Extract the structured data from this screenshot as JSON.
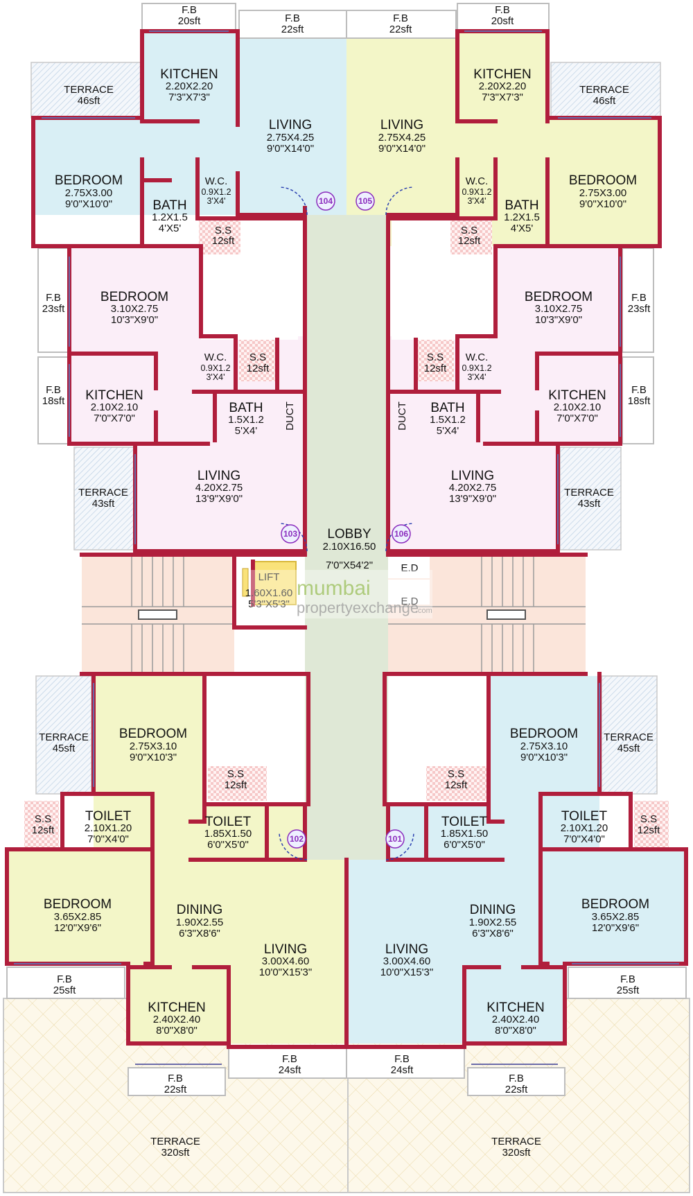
{
  "colors": {
    "wall": "#b01e3c",
    "unit_blue": "#d9eff5",
    "unit_yellow": "#f3f6c8",
    "unit_pink": "#fbeef8",
    "lobby": "#dfe8d6",
    "stair": "#fbe5da",
    "terrace_hatch": "#bcd0e4",
    "large_terrace": "#f2e8c8",
    "lift": "#f9e27a",
    "ss_tile": "#f6c8c8"
  },
  "door_numbers": [
    "104",
    "105",
    "103",
    "106",
    "102",
    "101"
  ],
  "rooms": [
    {
      "name": "F.B",
      "size": "20sft"
    },
    {
      "name": "F.B",
      "size": "22sft"
    },
    {
      "name": "F.B",
      "size": "22sft"
    },
    {
      "name": "F.B",
      "size": "20sft"
    },
    {
      "name": "KITCHEN",
      "dims": "2.20X2.20",
      "feet": "7'3\"X7'3\""
    },
    {
      "name": "TERRACE",
      "size": "46sft"
    },
    {
      "name": "LIVING",
      "dims": "2.75X4.25",
      "feet": "9'0\"X14'0\""
    },
    {
      "name": "BEDROOM",
      "dims": "2.75X3.00",
      "feet": "9'0\"X10'0\""
    },
    {
      "name": "W.C.",
      "dims": "0.9X1.2",
      "feet": "3'X4'"
    },
    {
      "name": "BATH",
      "dims": "1.2X1.5",
      "feet": "4'X5'"
    },
    {
      "name": "S.S",
      "size": "12sft"
    },
    {
      "name": "KITCHEN",
      "dims": "2.20X2.20",
      "feet": "7'3\"X7'3\""
    },
    {
      "name": "TERRACE",
      "size": "46sft"
    },
    {
      "name": "LIVING",
      "dims": "2.75X4.25",
      "feet": "9'0\"X14'0\""
    },
    {
      "name": "BEDROOM",
      "dims": "2.75X3.00",
      "feet": "9'0\"X10'0\""
    },
    {
      "name": "W.C.",
      "dims": "0.9X1.2",
      "feet": "3'X4'"
    },
    {
      "name": "BATH",
      "dims": "1.2X1.5",
      "feet": "4'X5'"
    },
    {
      "name": "S.S",
      "size": "12sft"
    },
    {
      "name": "F.B",
      "size": "23sft"
    },
    {
      "name": "BEDROOM",
      "dims": "3.10X2.75",
      "feet": "10'3\"X9'0\""
    },
    {
      "name": "W.C.",
      "dims": "0.9X1.2",
      "feet": "3'X4'"
    },
    {
      "name": "S.S",
      "size": "12sft"
    },
    {
      "name": "F.B",
      "size": "18sft"
    },
    {
      "name": "KITCHEN",
      "dims": "2.10X2.10",
      "feet": "7'0\"X7'0\""
    },
    {
      "name": "BATH",
      "dims": "1.5X1.2",
      "feet": "5'X4'"
    },
    {
      "name": "DUCT"
    },
    {
      "name": "TERRACE",
      "size": "43sft"
    },
    {
      "name": "LIVING",
      "dims": "4.20X2.75",
      "feet": "13'9\"X9'0\""
    },
    {
      "name": "F.B",
      "size": "23sft"
    },
    {
      "name": "BEDROOM",
      "dims": "3.10X2.75",
      "feet": "10'3\"X9'0\""
    },
    {
      "name": "W.C.",
      "dims": "0.9X1.2",
      "feet": "3'X4'"
    },
    {
      "name": "S.S",
      "size": "12sft"
    },
    {
      "name": "F.B",
      "size": "18sft"
    },
    {
      "name": "KITCHEN",
      "dims": "2.10X2.10",
      "feet": "7'0\"X7'0\""
    },
    {
      "name": "BATH",
      "dims": "1.5X1.2",
      "feet": "5'X4'"
    },
    {
      "name": "DUCT"
    },
    {
      "name": "TERRACE",
      "size": "43sft"
    },
    {
      "name": "LIVING",
      "dims": "4.20X2.75",
      "feet": "13'9\"X9'0\""
    },
    {
      "name": "LOBBY",
      "dims": "2.10X16.50",
      "feet": "7'0\"X54'2\""
    },
    {
      "name": "LIFT",
      "dims": "1.60X1.60",
      "feet": "5'3\"X5'3\""
    },
    {
      "name": "E.D"
    },
    {
      "name": "E.D"
    },
    {
      "name": "TERRACE",
      "size": "45sft"
    },
    {
      "name": "BEDROOM",
      "dims": "2.75X3.10",
      "feet": "9'0\"X10'3\""
    },
    {
      "name": "S.S",
      "size": "12sft"
    },
    {
      "name": "S.S",
      "size": "12sft"
    },
    {
      "name": "TOILET",
      "dims": "2.10X1.20",
      "feet": "7'0\"X4'0\""
    },
    {
      "name": "TOILET",
      "dims": "1.85X1.50",
      "feet": "6'0\"X5'0\""
    },
    {
      "name": "BEDROOM",
      "dims": "3.65X2.85",
      "feet": "12'0\"X9'6\""
    },
    {
      "name": "DINING",
      "dims": "1.90X2.55",
      "feet": "6'3\"X8'6\""
    },
    {
      "name": "LIVING",
      "dims": "3.00X4.60",
      "feet": "10'0\"X15'3\""
    },
    {
      "name": "F.B",
      "size": "25sft"
    },
    {
      "name": "KITCHEN",
      "dims": "2.40X2.40",
      "feet": "8'0\"X8'0\""
    },
    {
      "name": "F.B",
      "size": "24sft"
    },
    {
      "name": "F.B",
      "size": "22sft"
    },
    {
      "name": "TERRACE",
      "size": "320sft"
    },
    {
      "name": "TERRACE",
      "size": "45sft"
    },
    {
      "name": "BEDROOM",
      "dims": "2.75X3.10",
      "feet": "9'0\"X10'3\""
    },
    {
      "name": "S.S",
      "size": "12sft"
    },
    {
      "name": "S.S",
      "size": "12sft"
    },
    {
      "name": "TOILET",
      "dims": "2.10X1.20",
      "feet": "7'0\"X4'0\""
    },
    {
      "name": "TOILET",
      "dims": "1.85X1.50",
      "feet": "6'0\"X5'0\""
    },
    {
      "name": "BEDROOM",
      "dims": "3.65X2.85",
      "feet": "12'0\"X9'6\""
    },
    {
      "name": "DINING",
      "dims": "1.90X2.55",
      "feet": "6'3\"X8'6\""
    },
    {
      "name": "LIVING",
      "dims": "3.00X4.60",
      "feet": "10'0\"X15'3\""
    },
    {
      "name": "F.B",
      "size": "25sft"
    },
    {
      "name": "KITCHEN",
      "dims": "2.40X2.40",
      "feet": "8'0\"X8'0\""
    },
    {
      "name": "F.B",
      "size": "24sft"
    },
    {
      "name": "F.B",
      "size": "22sft"
    },
    {
      "name": "TERRACE",
      "size": "320sft"
    }
  ],
  "watermark": {
    "line1": "mumbai",
    "line2": "propertyexchange",
    "suffix": ".com"
  }
}
